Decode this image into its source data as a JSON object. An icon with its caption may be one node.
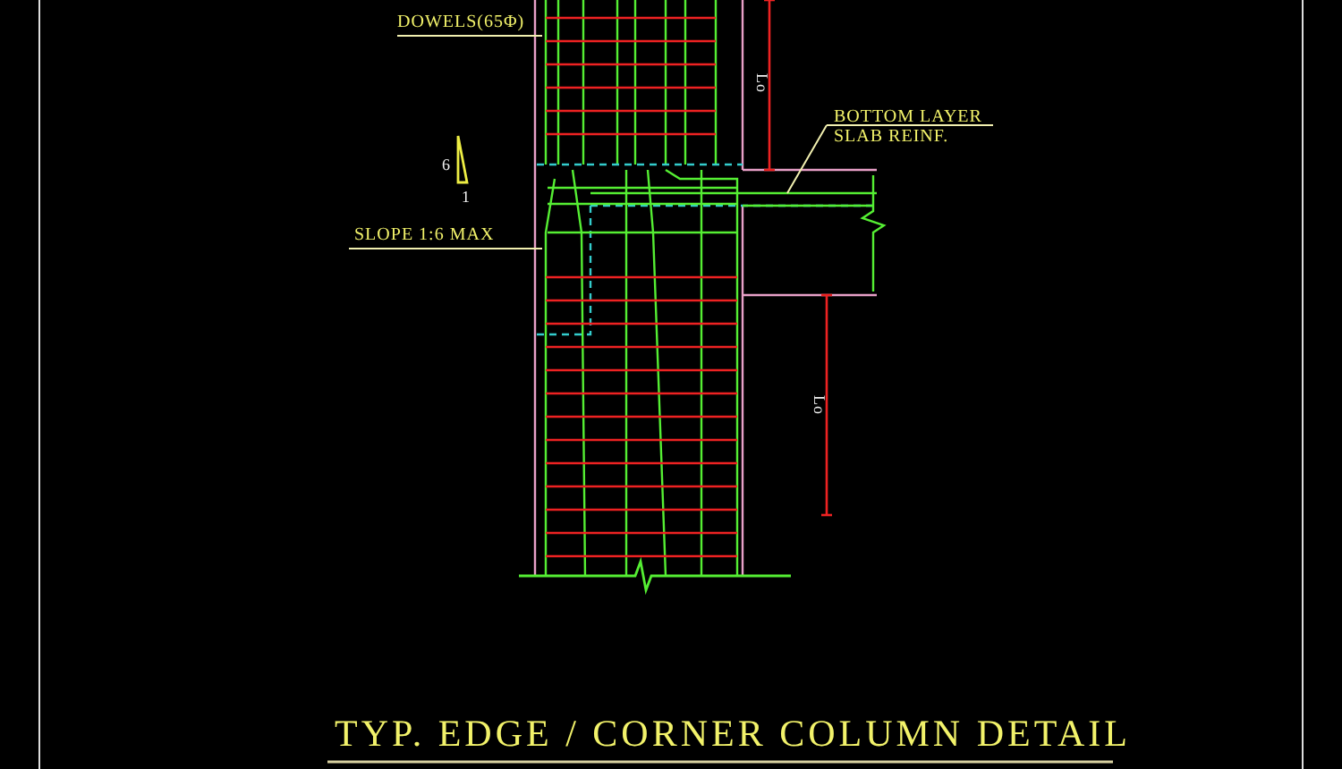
{
  "diagram": {
    "title": "TYP. EDGE / CORNER COLUMN DETAIL",
    "nodes": [
      {
        "text": [
          "DOWELS(65Φ)"
        ]
      },
      {
        "text": [
          "BOTTOM LAYER SLAB REINF."
        ]
      },
      {
        "text": [
          "SLOPE 1:6 MAX"
        ]
      }
    ],
    "edges": [
      {
        "from": 0,
        "to": null,
        "arrow": "none"
      },
      {
        "from": 1,
        "to": null,
        "arrow": "none"
      },
      {
        "from": 2,
        "to": null,
        "arrow": "none"
      }
    ],
    "labels": [
      "6",
      "1",
      "Lo",
      "Lo"
    ]
  }
}
